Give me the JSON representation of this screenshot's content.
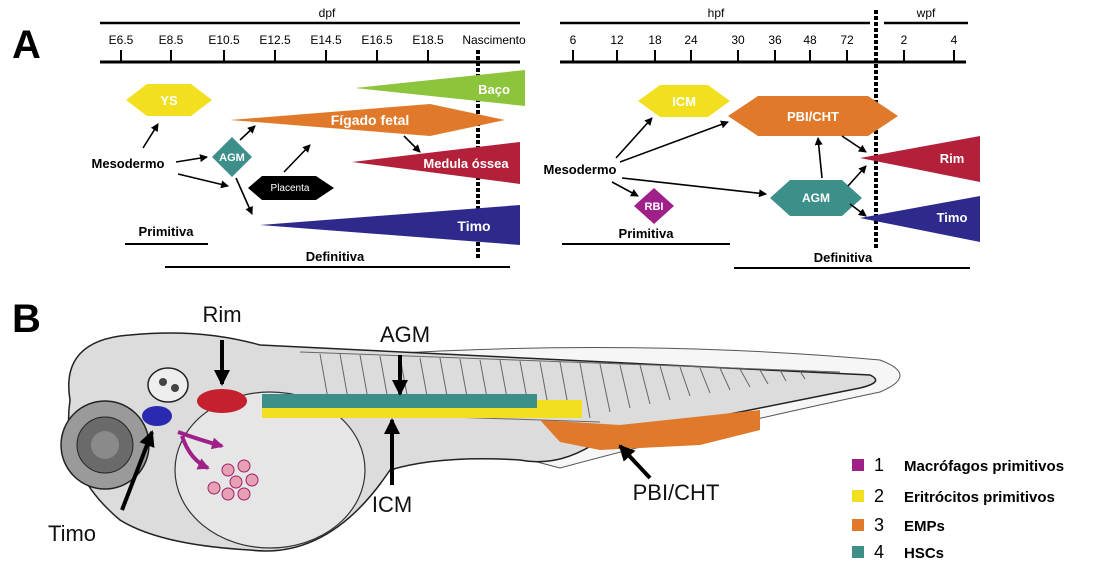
{
  "panel_a": {
    "label": "A",
    "mouse": {
      "axis_title": "dpf",
      "ticks": [
        "E6.5",
        "E8.5",
        "E10.5",
        "E12.5",
        "E14.5",
        "E16.5",
        "E18.5",
        "Nascimento"
      ],
      "nodes": {
        "ys": "YS",
        "mesoderm": "Mesodermo",
        "agm": "AGM",
        "placenta": "Placenta",
        "fetal_liver": "Fígado fetal",
        "spleen": "Baço",
        "bone_marrow": "Medula óssea",
        "thymus": "Timo"
      },
      "phase_primitive": "Primitiva",
      "phase_definitive": "Definitiva"
    },
    "zebrafish": {
      "axis_title_hpf": "hpf",
      "axis_title_wpf": "wpf",
      "ticks_hpf": [
        "6",
        "12",
        "18",
        "24",
        "30",
        "36",
        "48",
        "72"
      ],
      "ticks_wpf": [
        "2",
        "4"
      ],
      "nodes": {
        "icm": "ICM",
        "mesoderm": "Mesodermo",
        "rbi": "RBI",
        "pbi_cht": "PBI/CHT",
        "agm": "AGM",
        "kidney": "Rim",
        "thymus": "Timo"
      },
      "phase_primitive": "Primitiva",
      "phase_definitive": "Definitiva"
    }
  },
  "panel_b": {
    "label": "B",
    "labels": {
      "rim": "Rim",
      "agm": "AGM",
      "icm": "ICM",
      "timo": "Timo",
      "pbi_cht": "PBI/CHT"
    },
    "legend": [
      {
        "num": "1",
        "label": "Macrófagos primitivos",
        "color": "#a0208a"
      },
      {
        "num": "2",
        "label": "Eritrócitos primitivos",
        "color": "#f2e020"
      },
      {
        "num": "3",
        "label": "EMPs",
        "color": "#e07a2a"
      },
      {
        "num": "4",
        "label": "HSCs",
        "color": "#3d8f8a"
      }
    ]
  },
  "colors": {
    "yellow": "#f2e020",
    "orange": "#e07a2a",
    "green": "#8cc43c",
    "crimson": "#b3203a",
    "navy": "#2e2a8c",
    "teal": "#3d8f8a",
    "magenta": "#a0208a",
    "rim_red": "#c4202e",
    "timo_blue": "#2a2ab0"
  }
}
